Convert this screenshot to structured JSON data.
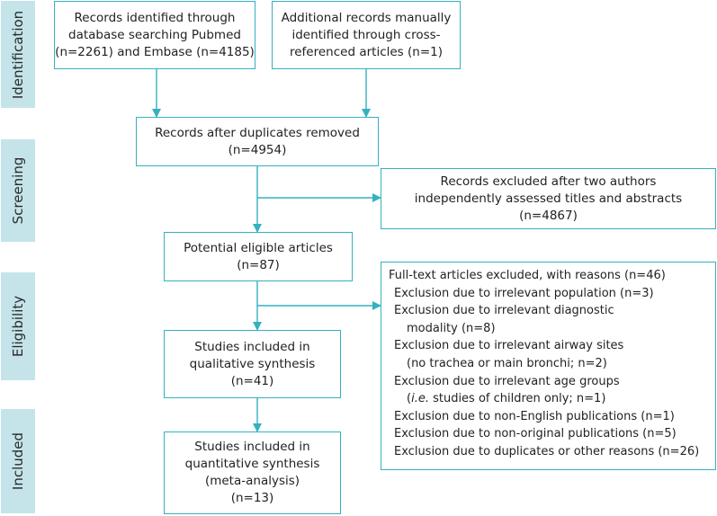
{
  "stages": {
    "identification": "Identification",
    "screening": "Screening",
    "eligibility": "Eligibility",
    "included": "Included"
  },
  "boxes": {
    "records_identified": {
      "lines": [
        "Records identified through",
        "database searching Pubmed",
        "(n=2261) and Embase (n=4185)"
      ]
    },
    "additional_records": {
      "lines": [
        "Additional records manually",
        "identified through cross-",
        "referenced articles (n=1)"
      ]
    },
    "duplicates_removed": {
      "lines": [
        "Records after duplicates removed",
        "(n=4954)"
      ]
    },
    "records_excluded": {
      "lines": [
        "Records excluded after two authors",
        "independently assessed titles and abstracts",
        "(n=4867)"
      ]
    },
    "potential_eligible": {
      "lines": [
        "Potential eligible articles",
        "(n=87)"
      ]
    },
    "qualitative": {
      "lines": [
        "Studies included in",
        "qualitative synthesis",
        "(n=41)"
      ]
    },
    "quantitative": {
      "lines": [
        "Studies included in",
        "quantitative synthesis",
        "(meta-analysis)",
        "(n=13)"
      ]
    },
    "fulltext_excluded": {
      "title": "Full-text articles excluded, with reasons (n=46)",
      "items": [
        "Exclusion due to irrelevant population (n=3)",
        "Exclusion due to irrelevant diagnostic",
        "modality (n=8)",
        "Exclusion due to irrelevant airway sites",
        "(no trachea or main bronchi; n=2)",
        "Exclusion due to irrelevant age groups",
        "i.e.",
        " studies of children only; n=1)",
        "Exclusion due to non-English publications (n=1)",
        "Exclusion due to non-original publications (n=5)",
        "Exclusion due to duplicates or other reasons (n=26)"
      ]
    }
  },
  "colors": {
    "border": "#35b1bf",
    "arrow": "#35b1bf",
    "sidebar": "#c4e4ea",
    "text": "#222222"
  }
}
